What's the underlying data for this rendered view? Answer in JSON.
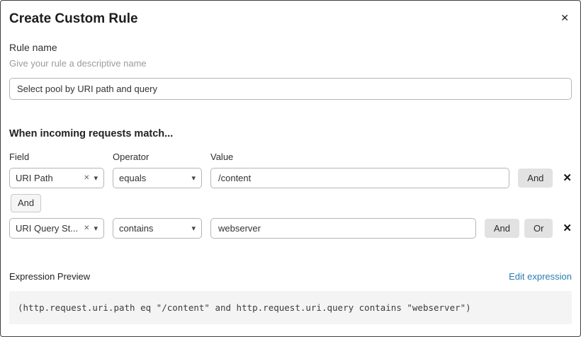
{
  "dialog": {
    "title": "Create Custom Rule",
    "close_icon": "✕"
  },
  "rule_name": {
    "label": "Rule name",
    "hint": "Give your rule a descriptive name",
    "value": "Select pool by URI path and query"
  },
  "match": {
    "heading": "When incoming requests match...",
    "columns": {
      "field": "Field",
      "operator": "Operator",
      "value": "Value"
    },
    "connector_label": "And",
    "icons": {
      "chevron": "▾",
      "clear": "✕",
      "remove": "✕"
    },
    "rows": [
      {
        "field": "URI Path",
        "operator": "equals",
        "value": "/content",
        "and_label": "And"
      },
      {
        "field": "URI Query St...",
        "operator": "contains",
        "value": "webserver",
        "and_label": "And",
        "or_label": "Or"
      }
    ]
  },
  "expression": {
    "label": "Expression Preview",
    "edit_link": "Edit expression",
    "code": "(http.request.uri.path eq \"/content\" and http.request.uri.query contains \"webserver\")"
  },
  "colors": {
    "link": "#2c7cb0",
    "button_bg": "#e2e2e2",
    "code_bg": "#f4f4f4"
  }
}
